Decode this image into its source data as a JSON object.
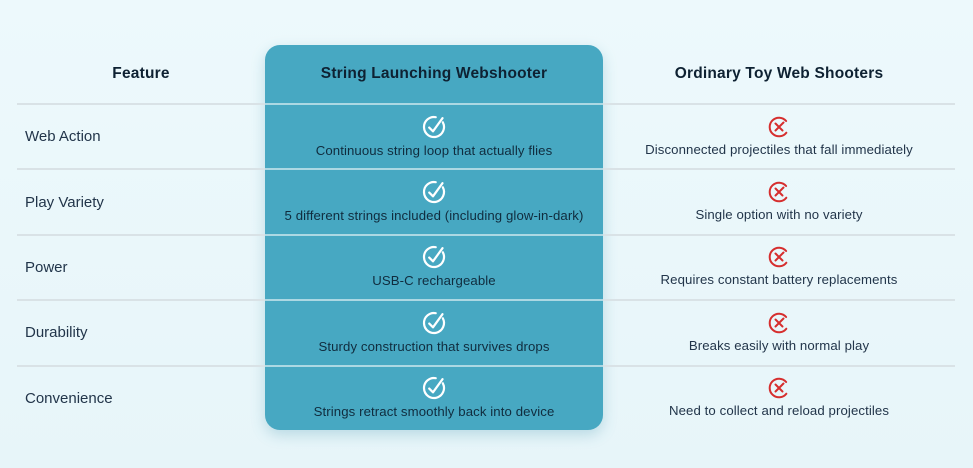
{
  "colors": {
    "background": "#e9f6fa",
    "highlight_teal": "#47a8c2",
    "check_white": "#ffffff",
    "cross_red": "#d62e2e",
    "text_dark": "#1b3040",
    "separator": "#d9e2e6"
  },
  "chart_data": {
    "type": "table",
    "title": "",
    "columns": [
      "Feature",
      "String Launching Webshooter",
      "Ordinary Toy Web Shooters"
    ],
    "highlight_column": "String Launching Webshooter",
    "legend_position": "none",
    "grid": "row-separators",
    "rows": [
      {
        "feature": "Web Action",
        "product": {
          "verdict": "yes",
          "icon": "check-circle-icon",
          "text": "Continuous string loop that actually flies"
        },
        "ordinary": {
          "verdict": "no",
          "icon": "x-circle-icon",
          "text": "Disconnected projectiles that fall immediately"
        }
      },
      {
        "feature": "Play Variety",
        "product": {
          "verdict": "yes",
          "icon": "check-circle-icon",
          "text": "5 different strings included (including glow-in-dark)"
        },
        "ordinary": {
          "verdict": "no",
          "icon": "x-circle-icon",
          "text": "Single option with no variety"
        }
      },
      {
        "feature": "Power",
        "product": {
          "verdict": "yes",
          "icon": "check-circle-icon",
          "text": "USB-C rechargeable"
        },
        "ordinary": {
          "verdict": "no",
          "icon": "x-circle-icon",
          "text": "Requires constant battery replacements"
        }
      },
      {
        "feature": "Durability",
        "product": {
          "verdict": "yes",
          "icon": "check-circle-icon",
          "text": "Sturdy construction that survives drops"
        },
        "ordinary": {
          "verdict": "no",
          "icon": "x-circle-icon",
          "text": "Breaks easily with normal play"
        }
      },
      {
        "feature": "Convenience",
        "product": {
          "verdict": "yes",
          "icon": "check-circle-icon",
          "text": "Strings retract smoothly back into device"
        },
        "ordinary": {
          "verdict": "no",
          "icon": "x-circle-icon",
          "text": "Need to collect and reload projectiles"
        }
      }
    ]
  }
}
